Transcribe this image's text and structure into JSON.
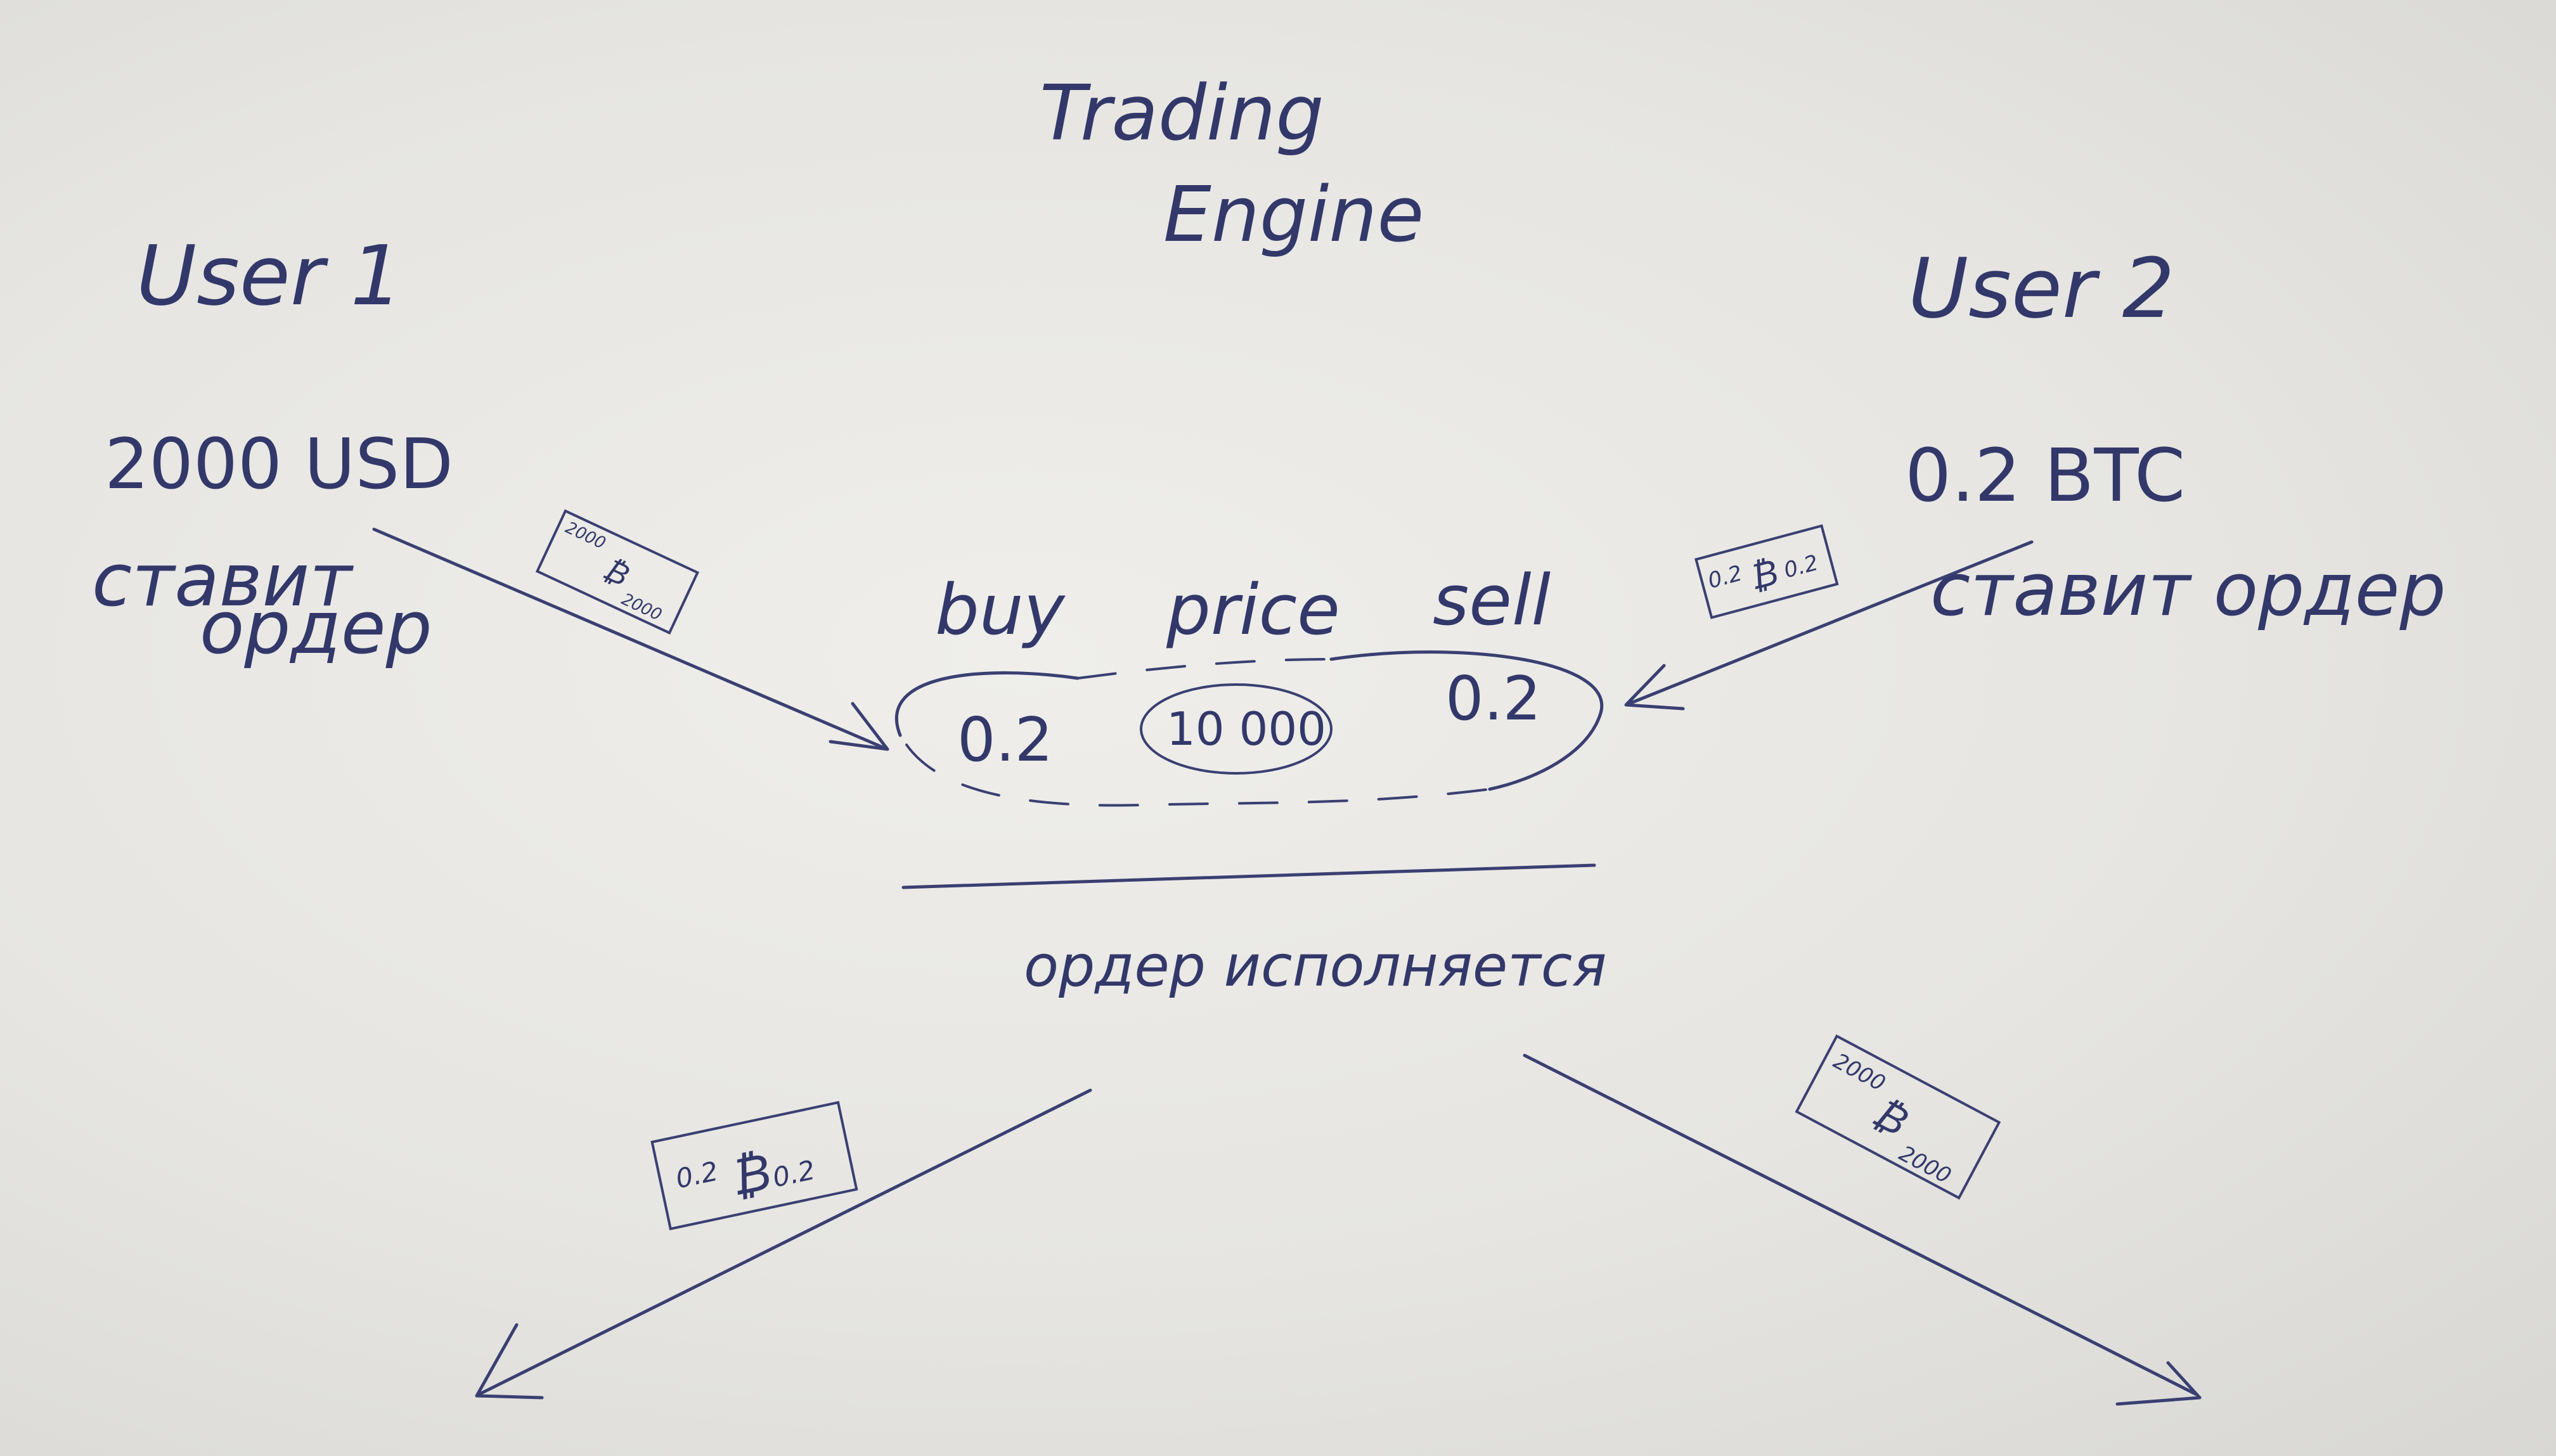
{
  "title_line1": "Trading",
  "title_line2": "Engine",
  "user1": {
    "label": "User 1",
    "balance": "2000 USD",
    "action_line1": "ставит",
    "action_line2": "ордер",
    "note": {
      "top": "2000",
      "bottom": "2000"
    }
  },
  "user2": {
    "label": "User 2",
    "balance": "0.2 BTC",
    "action": "ставит ордер",
    "note": {
      "left": "0.2",
      "right": "0.2"
    }
  },
  "order_book": {
    "buy_label": "buy",
    "price_label": "price",
    "sell_label": "sell",
    "buy_value": "0.2",
    "price_value": "10 000",
    "sell_value": "0.2"
  },
  "execution_text": "ордер исполняется",
  "outgoing_left_note": {
    "left": "0.2",
    "right": "0.2"
  },
  "outgoing_right_note": {
    "top": "2000",
    "bottom": "2000"
  },
  "colors": {
    "ink": "#3a3f72",
    "paper": "#e8e7e3"
  }
}
